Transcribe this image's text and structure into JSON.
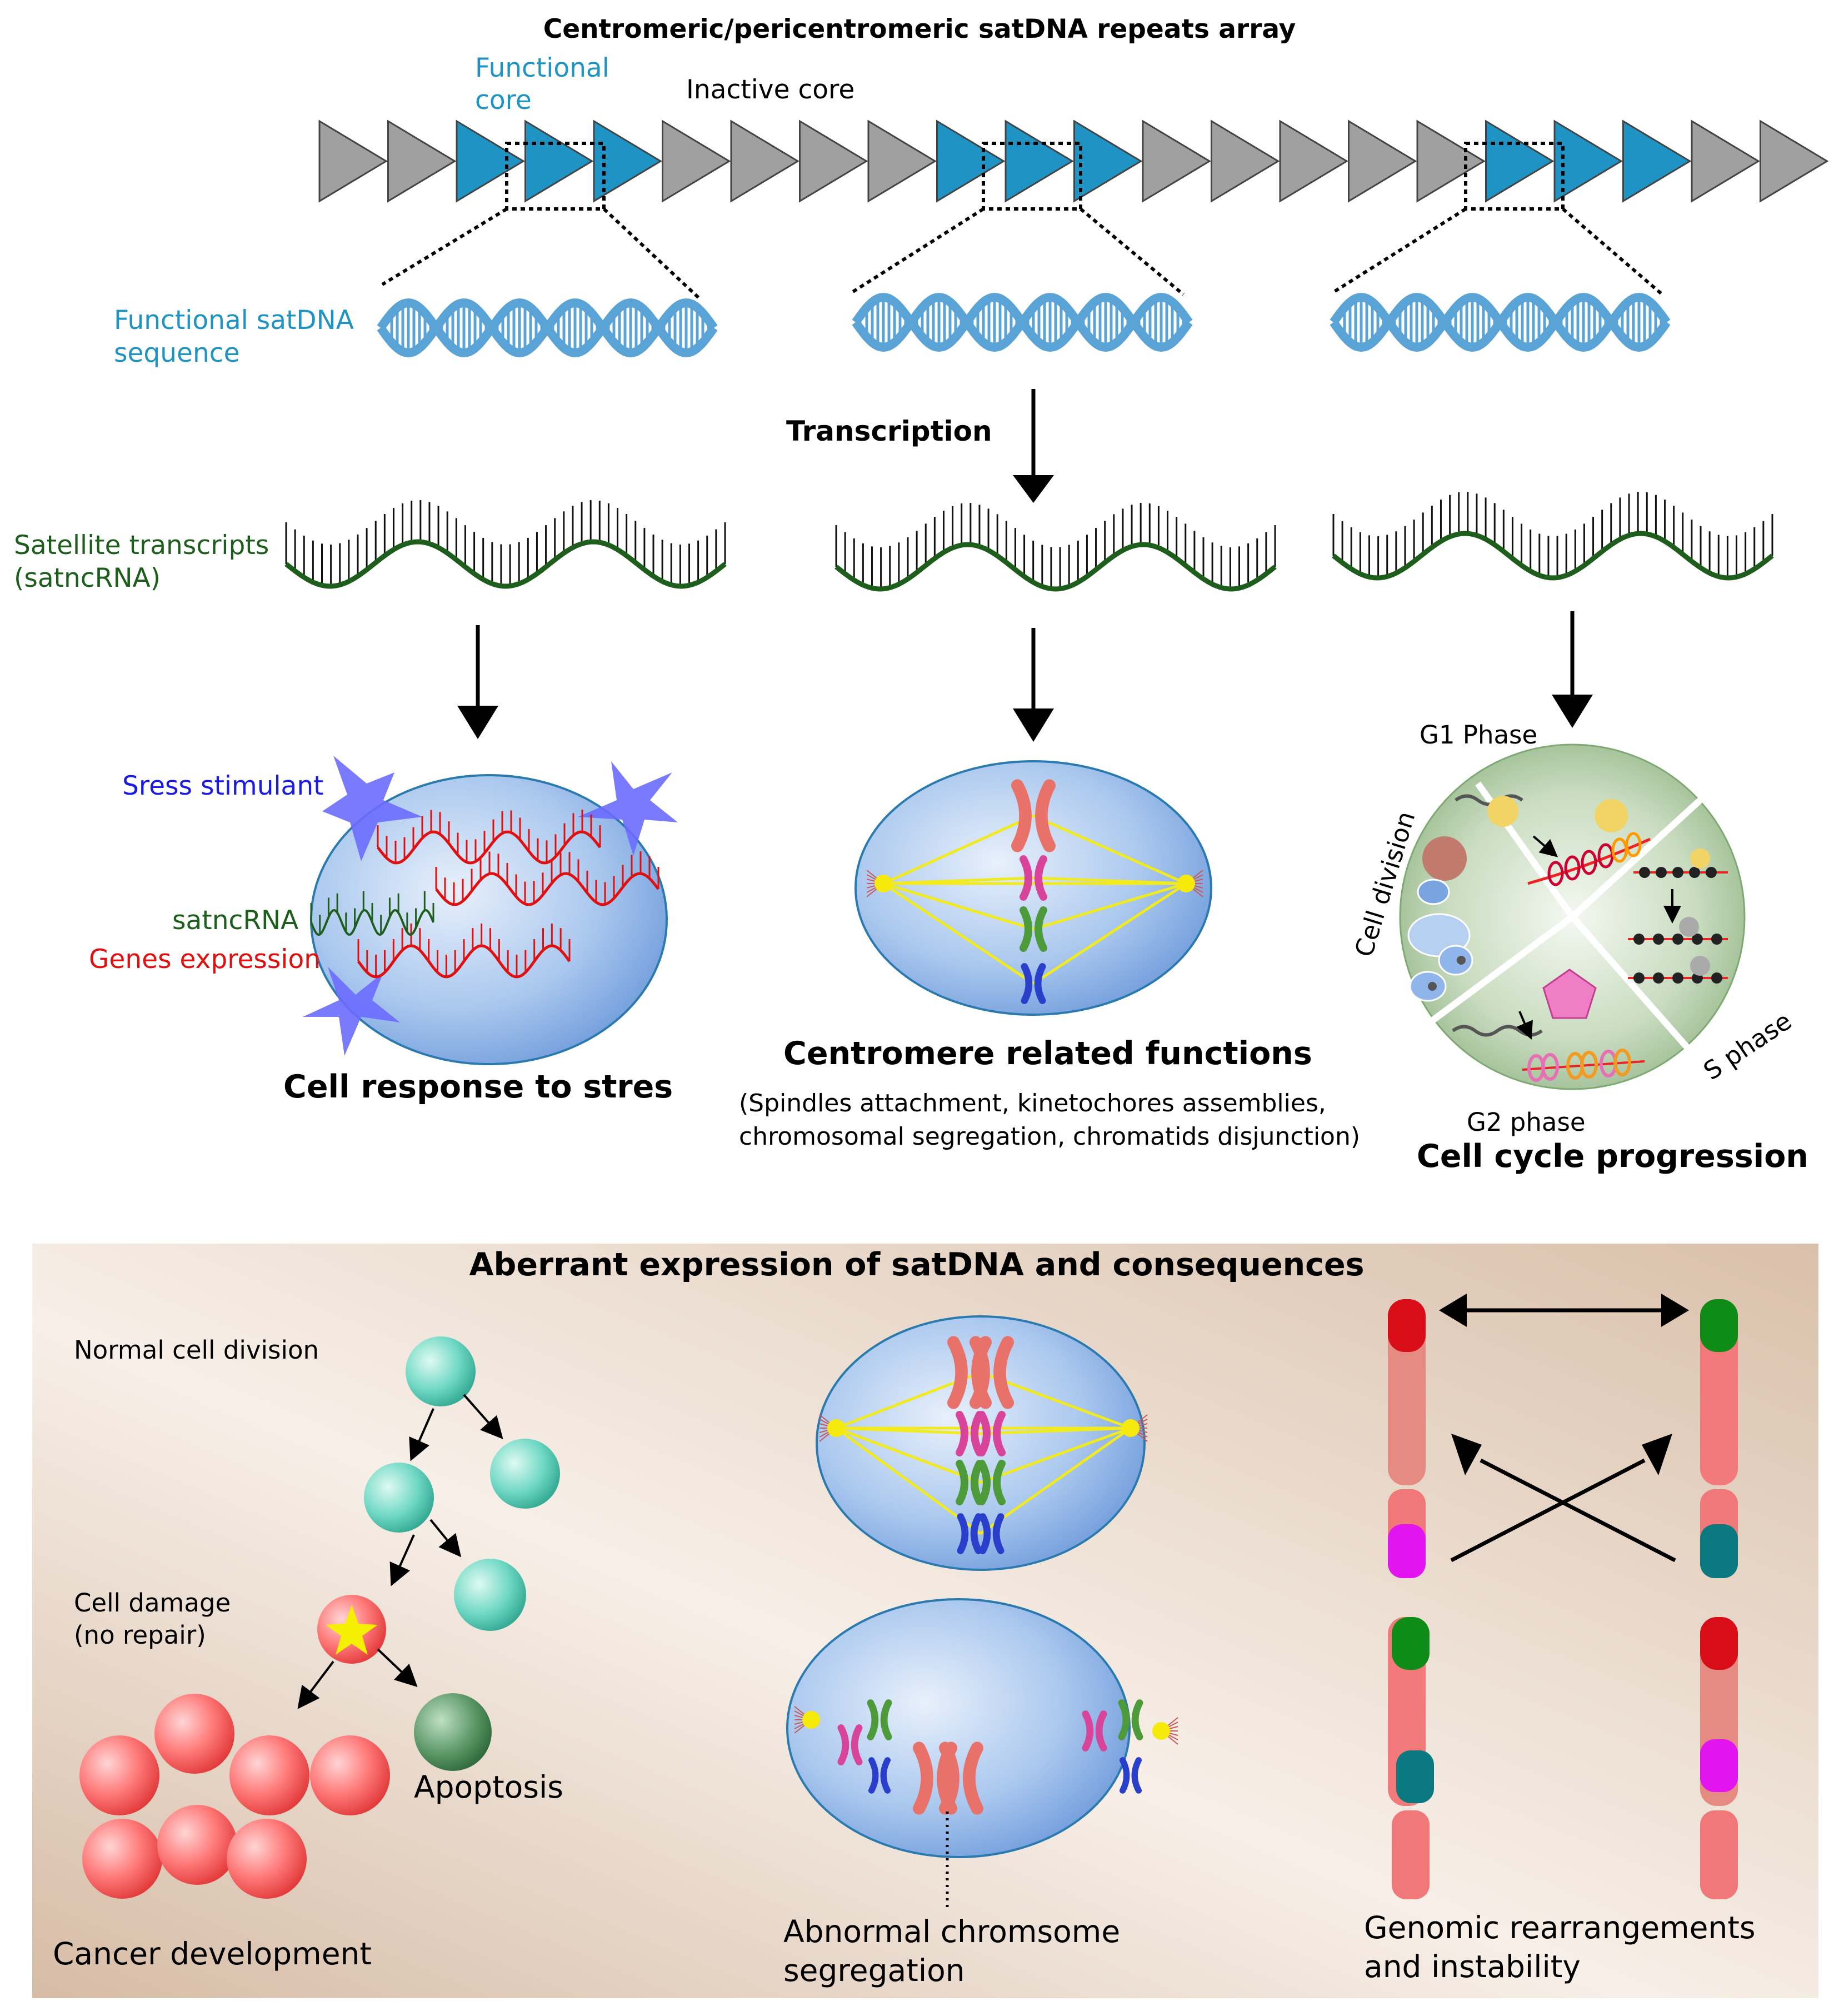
{
  "header": {
    "title": "Centromeric/pericentromeric satDNA repeats array"
  },
  "array": {
    "functional_core_line1": "Functional",
    "functional_core_line2": "core",
    "inactive_core": "Inactive core",
    "triangle_colors": [
      "grey",
      "grey",
      "blue",
      "blue",
      "blue",
      "grey",
      "grey",
      "grey",
      "grey",
      "blue",
      "blue",
      "blue",
      "grey",
      "grey",
      "grey",
      "grey",
      "grey",
      "blue",
      "blue",
      "blue",
      "grey",
      "grey"
    ]
  },
  "dna": {
    "label_line1": "Functional satDNA",
    "label_line2": "sequence"
  },
  "transcription": {
    "label": "Transcription"
  },
  "transcripts": {
    "label_line1": "Satellite transcripts",
    "label_line2": "(satncRNA)"
  },
  "stress": {
    "stimulant": "Sress stimulant",
    "satncrna": "satncRNA",
    "genes": "Genes expression",
    "title": "Cell response to stres"
  },
  "centromere": {
    "title": "Centromere related functions",
    "desc_line1": "(Spindles attachment, kinetochores assemblies,",
    "desc_line2": "chromosomal segregation, chromatids disjunction)"
  },
  "cell_cycle": {
    "g1": "G1 Phase",
    "division": "Cell division",
    "s": "S phase",
    "g2": "G2 phase",
    "title": "Cell cycle progression"
  },
  "aberrant": {
    "title": "Aberrant expression of satDNA and consequences",
    "normal_division": "Normal cell division",
    "damage_line1": "Cell damage",
    "damage_line2": "(no repair)",
    "apoptosis": "Apoptosis",
    "cancer": "Cancer development",
    "abnormal_line1": "Abnormal chromsome",
    "abnormal_line2": "segregation",
    "genomic_line1": "Genomic rearrangements",
    "genomic_line2": "and instability"
  },
  "colors": {
    "functional_blue": "#1f93c4",
    "inactive_grey": "#a0a0a0",
    "transcript_green": "#1d5e1d",
    "stress_red": "#e01010",
    "stress_blue": "#1a1ae6",
    "panel_bg": "#e6d6c6"
  }
}
